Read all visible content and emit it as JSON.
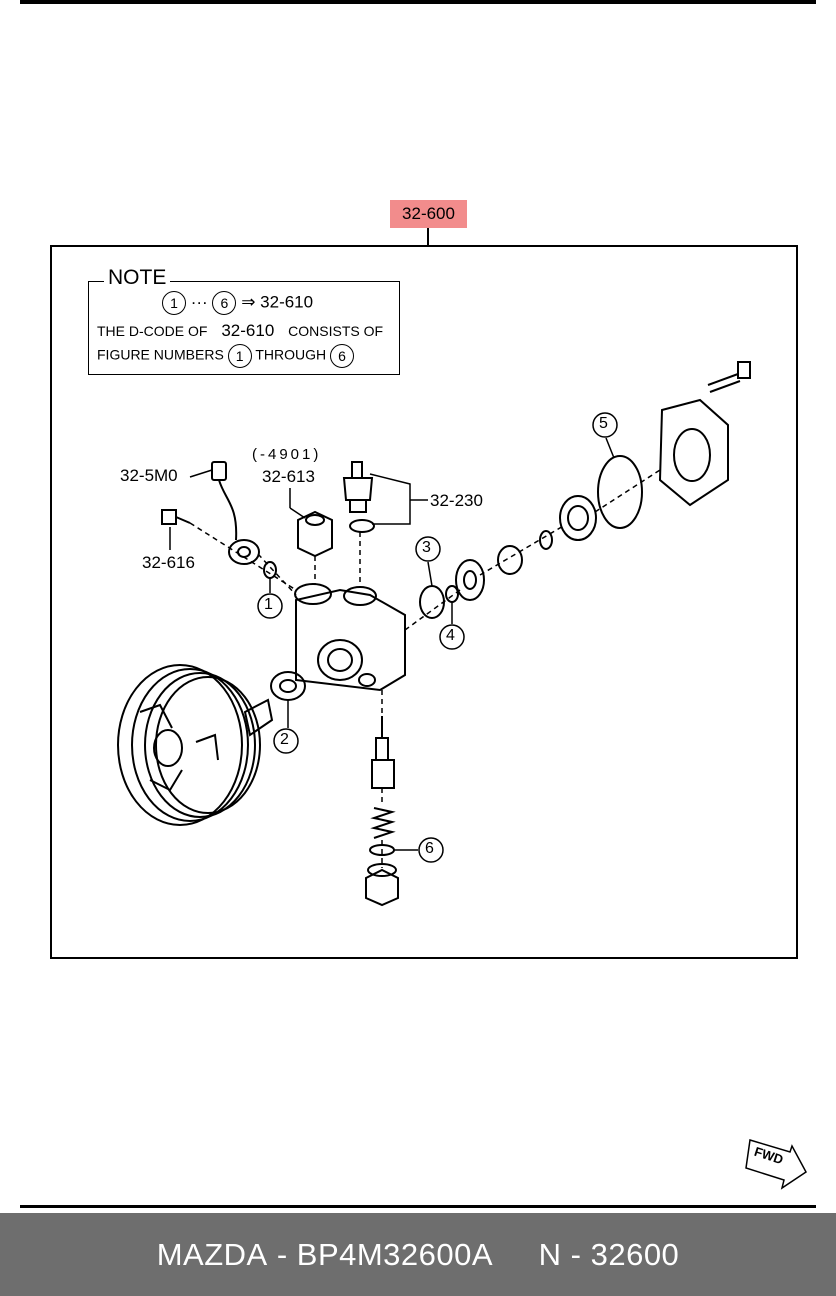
{
  "part_tag": "32-600",
  "note": {
    "title": "NOTE",
    "range_start": "1",
    "range_sep": "···",
    "range_end": "6",
    "arrow_target": "⇒ 32-610",
    "line2_a": "THE D-CODE OF",
    "line2_code": "32-610",
    "line2_b": "CONSISTS OF",
    "line3_a": "FIGURE NUMBERS",
    "line3_start": "1",
    "line3_b": "THROUGH",
    "line3_end": "6"
  },
  "callouts": {
    "c1": "1",
    "c2": "2",
    "c3": "3",
    "c4": "4",
    "c5": "5",
    "c6": "6"
  },
  "labels": {
    "sensor": "32-5M0",
    "bolt": "32-616",
    "fitting_serial": "(-4901)",
    "fitting": "32-613",
    "valve": "32-230"
  },
  "fwd_label": "FWD",
  "footer": {
    "brand": "MAZDA",
    "part_number": "BP4M32600A",
    "group": "N - 32600"
  }
}
